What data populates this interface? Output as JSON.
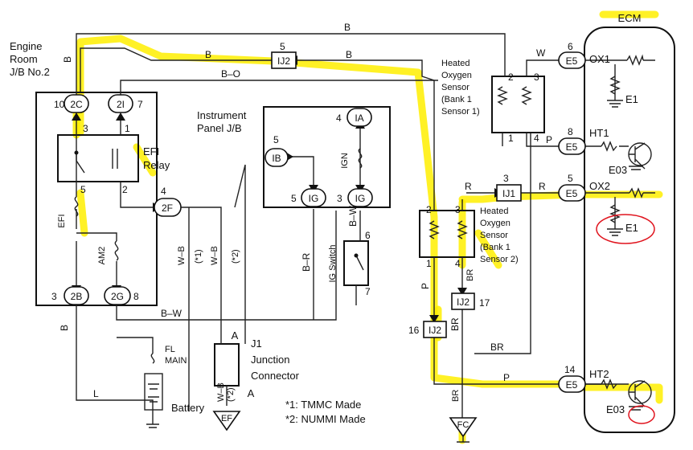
{
  "blocks": {
    "jb2_line1": "Engine",
    "jb2_line2": "Room",
    "jb2_line3": "J/B No.2",
    "ipjb_line1": "Instrument",
    "ipjb_line2": "Panel J/B",
    "ecm": "ECM",
    "efi_relay_1": "EFI",
    "efi_relay_2": "Relay",
    "efi_fuse": "EFI",
    "am2": "AM2",
    "ign": "IGN",
    "ig_switch": "IG Switch",
    "fl_main_1": "FL",
    "fl_main_2": "MAIN",
    "battery": "Battery",
    "j1_1": "J1",
    "j1_2": "Junction",
    "j1_3": "Connector",
    "sensor1_1": "Heated",
    "sensor1_2": "Oxygen",
    "sensor1_3": "Sensor",
    "sensor1_4": "(Bank 1",
    "sensor1_5": "Sensor 1)",
    "sensor2_1": "Heated",
    "sensor2_2": "Oxygen",
    "sensor2_3": "Sensor",
    "sensor2_4": "(Bank 1",
    "sensor2_5": "Sensor 2)"
  },
  "connectors": {
    "c2C": "2C",
    "c2I": "2I",
    "c2F": "2F",
    "c2B": "2B",
    "c2G": "2G",
    "cIA": "IA",
    "cIB": "IB",
    "cIG1": "IG",
    "cIG2": "IG",
    "cIJ2a": "IJ2",
    "cIJ1": "IJ1",
    "cIJ2b": "IJ2",
    "cIJ2c": "IJ2",
    "cE5a": "E5",
    "cE5b": "E5",
    "cE5c": "E5",
    "cE5d": "E5",
    "cEF": "EF",
    "cFC": "FC",
    "cA1": "A",
    "cA2": "A"
  },
  "pins": {
    "p10": "10",
    "p7": "7",
    "p3a": "3",
    "p1a": "1",
    "p5a": "5",
    "p2a": "2",
    "p4a": "4",
    "p3b": "3",
    "p8a": "8",
    "p4b": "4",
    "p5b": "5",
    "p5c": "5",
    "p3c": "3",
    "p6a": "6",
    "p7b": "7",
    "p5d": "5",
    "p2b": "2",
    "p3d": "3",
    "p1b": "1",
    "p4c": "4",
    "p6b": "6",
    "p8b": "8",
    "p3e": "3",
    "p2c": "2",
    "p3f": "3",
    "p1c": "1",
    "p4d": "4",
    "p5e": "5",
    "p17": "17",
    "p16": "16",
    "p14": "14"
  },
  "ecm_terms": {
    "ox1": "OX1",
    "e1a": "E1",
    "ht1": "HT1",
    "e03a": "E03",
    "ox2": "OX2",
    "e1b": "E1",
    "ht2": "HT2",
    "e03b": "E03"
  },
  "wires": {
    "b_top": "B",
    "b_mid1": "B",
    "b_mid2": "B",
    "b_left": "B",
    "b_left2": "B",
    "b_o": "B–O",
    "w": "W",
    "p_ht1": "P",
    "r1": "R",
    "r2": "R",
    "br1": "BR",
    "br2": "BR",
    "br3": "BR",
    "br_s": "BR",
    "p_vert": "P",
    "p_bottom": "P",
    "b_w_horiz": "B–W",
    "b_r": "B–R",
    "b_w_vert": "B–W",
    "w_b1": "W–B",
    "w_b2": "W–B",
    "w_b3": "W–B",
    "star1": "(*1)",
    "star2": "(*2)",
    "star2b": "(*2)",
    "l": "L"
  },
  "notes": {
    "n1": "*1: TMMC Made",
    "n2": "*2: NUMMI Made"
  }
}
